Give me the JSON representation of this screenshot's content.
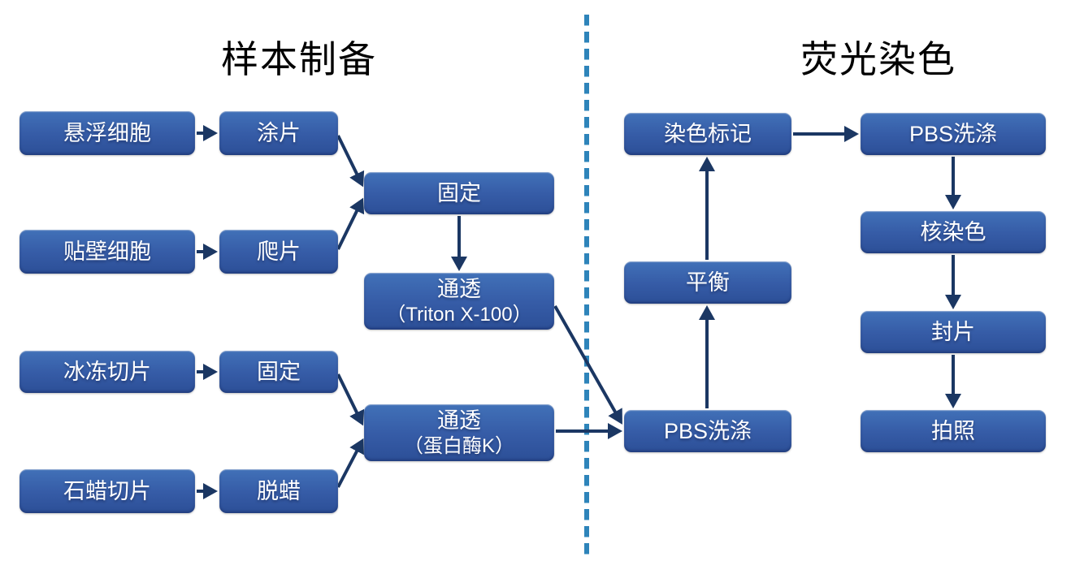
{
  "titles": {
    "sample_preparation": "样本制备",
    "fluorescence_staining": "荧光染色"
  },
  "nodes": {
    "suspension_cells": {
      "label": "悬浮细胞"
    },
    "smear": {
      "label": "涂片"
    },
    "adherent_cells": {
      "label": "贴壁细胞"
    },
    "coverslip": {
      "label": "爬片"
    },
    "fixation_1": {
      "label": "固定"
    },
    "perm_triton": {
      "label": "通透",
      "sublabel": "（Triton X-100）"
    },
    "frozen_section": {
      "label": "冰冻切片"
    },
    "fixation_2": {
      "label": "固定"
    },
    "paraffin_section": {
      "label": "石蜡切片"
    },
    "dewaxing": {
      "label": "脱蜡"
    },
    "perm_proteinase_k": {
      "label": "通透",
      "sublabel": "（蛋白酶K）"
    },
    "pbs_wash_1": {
      "label": "PBS洗涤"
    },
    "equilibration": {
      "label": "平衡"
    },
    "staining_labeling": {
      "label": "染色标记"
    },
    "pbs_wash_2": {
      "label": "PBS洗涤"
    },
    "nuclear_staining": {
      "label": "核染色"
    },
    "mounting": {
      "label": "封片"
    },
    "photography": {
      "label": "拍照"
    }
  },
  "edges": [
    {
      "from": "suspension_cells",
      "to": "smear"
    },
    {
      "from": "adherent_cells",
      "to": "coverslip"
    },
    {
      "from": "smear",
      "to": "fixation_1"
    },
    {
      "from": "coverslip",
      "to": "fixation_1"
    },
    {
      "from": "fixation_1",
      "to": "perm_triton"
    },
    {
      "from": "frozen_section",
      "to": "fixation_2"
    },
    {
      "from": "paraffin_section",
      "to": "dewaxing"
    },
    {
      "from": "fixation_2",
      "to": "perm_proteinase_k"
    },
    {
      "from": "dewaxing",
      "to": "perm_proteinase_k"
    },
    {
      "from": "perm_triton",
      "to": "pbs_wash_1"
    },
    {
      "from": "perm_proteinase_k",
      "to": "pbs_wash_1"
    },
    {
      "from": "pbs_wash_1",
      "to": "equilibration"
    },
    {
      "from": "equilibration",
      "to": "staining_labeling"
    },
    {
      "from": "staining_labeling",
      "to": "pbs_wash_2"
    },
    {
      "from": "pbs_wash_2",
      "to": "nuclear_staining"
    },
    {
      "from": "nuclear_staining",
      "to": "mounting"
    },
    {
      "from": "mounting",
      "to": "photography"
    }
  ],
  "colors": {
    "node_gradient_top": "#4171B8",
    "node_gradient_bottom": "#2C4F97",
    "node_text": "#FFFFFF",
    "arrow": "#1B3763",
    "divider": "#2E84BA",
    "title_text": "#000000",
    "background": "#FFFFFF"
  }
}
